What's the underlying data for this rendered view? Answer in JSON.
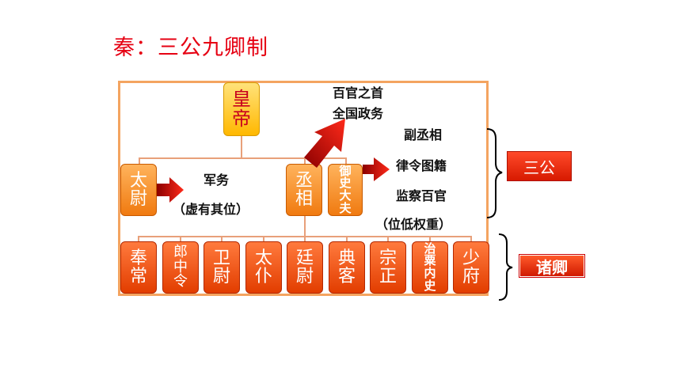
{
  "title": "秦：三公九卿制",
  "emperor": "皇帝",
  "emperor_note": [
    "百官之首",
    "全国政务"
  ],
  "taiwei": "太尉",
  "taiwei_note": [
    "军务",
    "（虚有其位）"
  ],
  "chengxiang": "丞相",
  "yushi": "御史大夫",
  "yushi_note": [
    "副丞相",
    "律令图籍",
    "监察百官",
    "（位低权重）"
  ],
  "sangong_label": "三公",
  "zhuqing_label": "诸卿",
  "qing": [
    "奉常",
    "郎中令",
    "卫尉",
    "太仆",
    "廷尉",
    "典客",
    "宗正",
    "治粟内史",
    "少府"
  ],
  "colors": {
    "title": "#e60012",
    "frame": "#f4a460",
    "arrow": "#e01010"
  }
}
